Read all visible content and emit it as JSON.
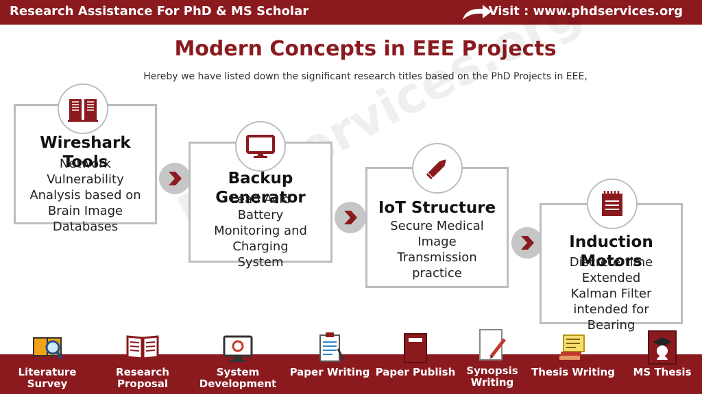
{
  "header": {
    "left_text": "Research Assistance For PhD & MS Scholar",
    "right_text": "Visit : www.phdservices.org"
  },
  "title": "Modern Concepts in EEE Projects",
  "subtitle": "Hereby we have listed down the significant research titles based on the PhD Projects in EEE,",
  "watermark": "Phdservices.org",
  "cards": [
    {
      "title": "Wireshark Tools",
      "description": "Network Vulnerability Analysis based on Brain Image Databases",
      "icon": "book-icon"
    },
    {
      "title": "Backup Generator",
      "description": "Lead Acid Battery Monitoring and Charging System",
      "icon": "monitor-icon"
    },
    {
      "title": "IoT Structure",
      "description": "Secure Medical Image Transmission practice",
      "icon": "pencil-icon"
    },
    {
      "title": "Induction Motors",
      "description": "Discrete-time Extended Kalman Filter intended for Bearing",
      "icon": "notepad-icon"
    }
  ],
  "services": [
    {
      "label": "Literature Survey",
      "icon": "magnifier-book-icon"
    },
    {
      "label": "Research Proposal",
      "icon": "open-book-icon"
    },
    {
      "label": "System Development",
      "icon": "computer-icon"
    },
    {
      "label": "Paper Writing",
      "icon": "clipboard-icon"
    },
    {
      "label": "Paper Publish",
      "icon": "journal-icon"
    },
    {
      "label": "Synopsis Writing",
      "icon": "pen-paper-icon"
    },
    {
      "label": "Thesis Writing",
      "icon": "scroll-icon"
    },
    {
      "label": "MS Thesis",
      "icon": "graduate-icon"
    }
  ],
  "colors": {
    "brand": "#8b1a1f",
    "card_border": "#bdbdbd",
    "chevron_bg": "#c6c6c6"
  }
}
